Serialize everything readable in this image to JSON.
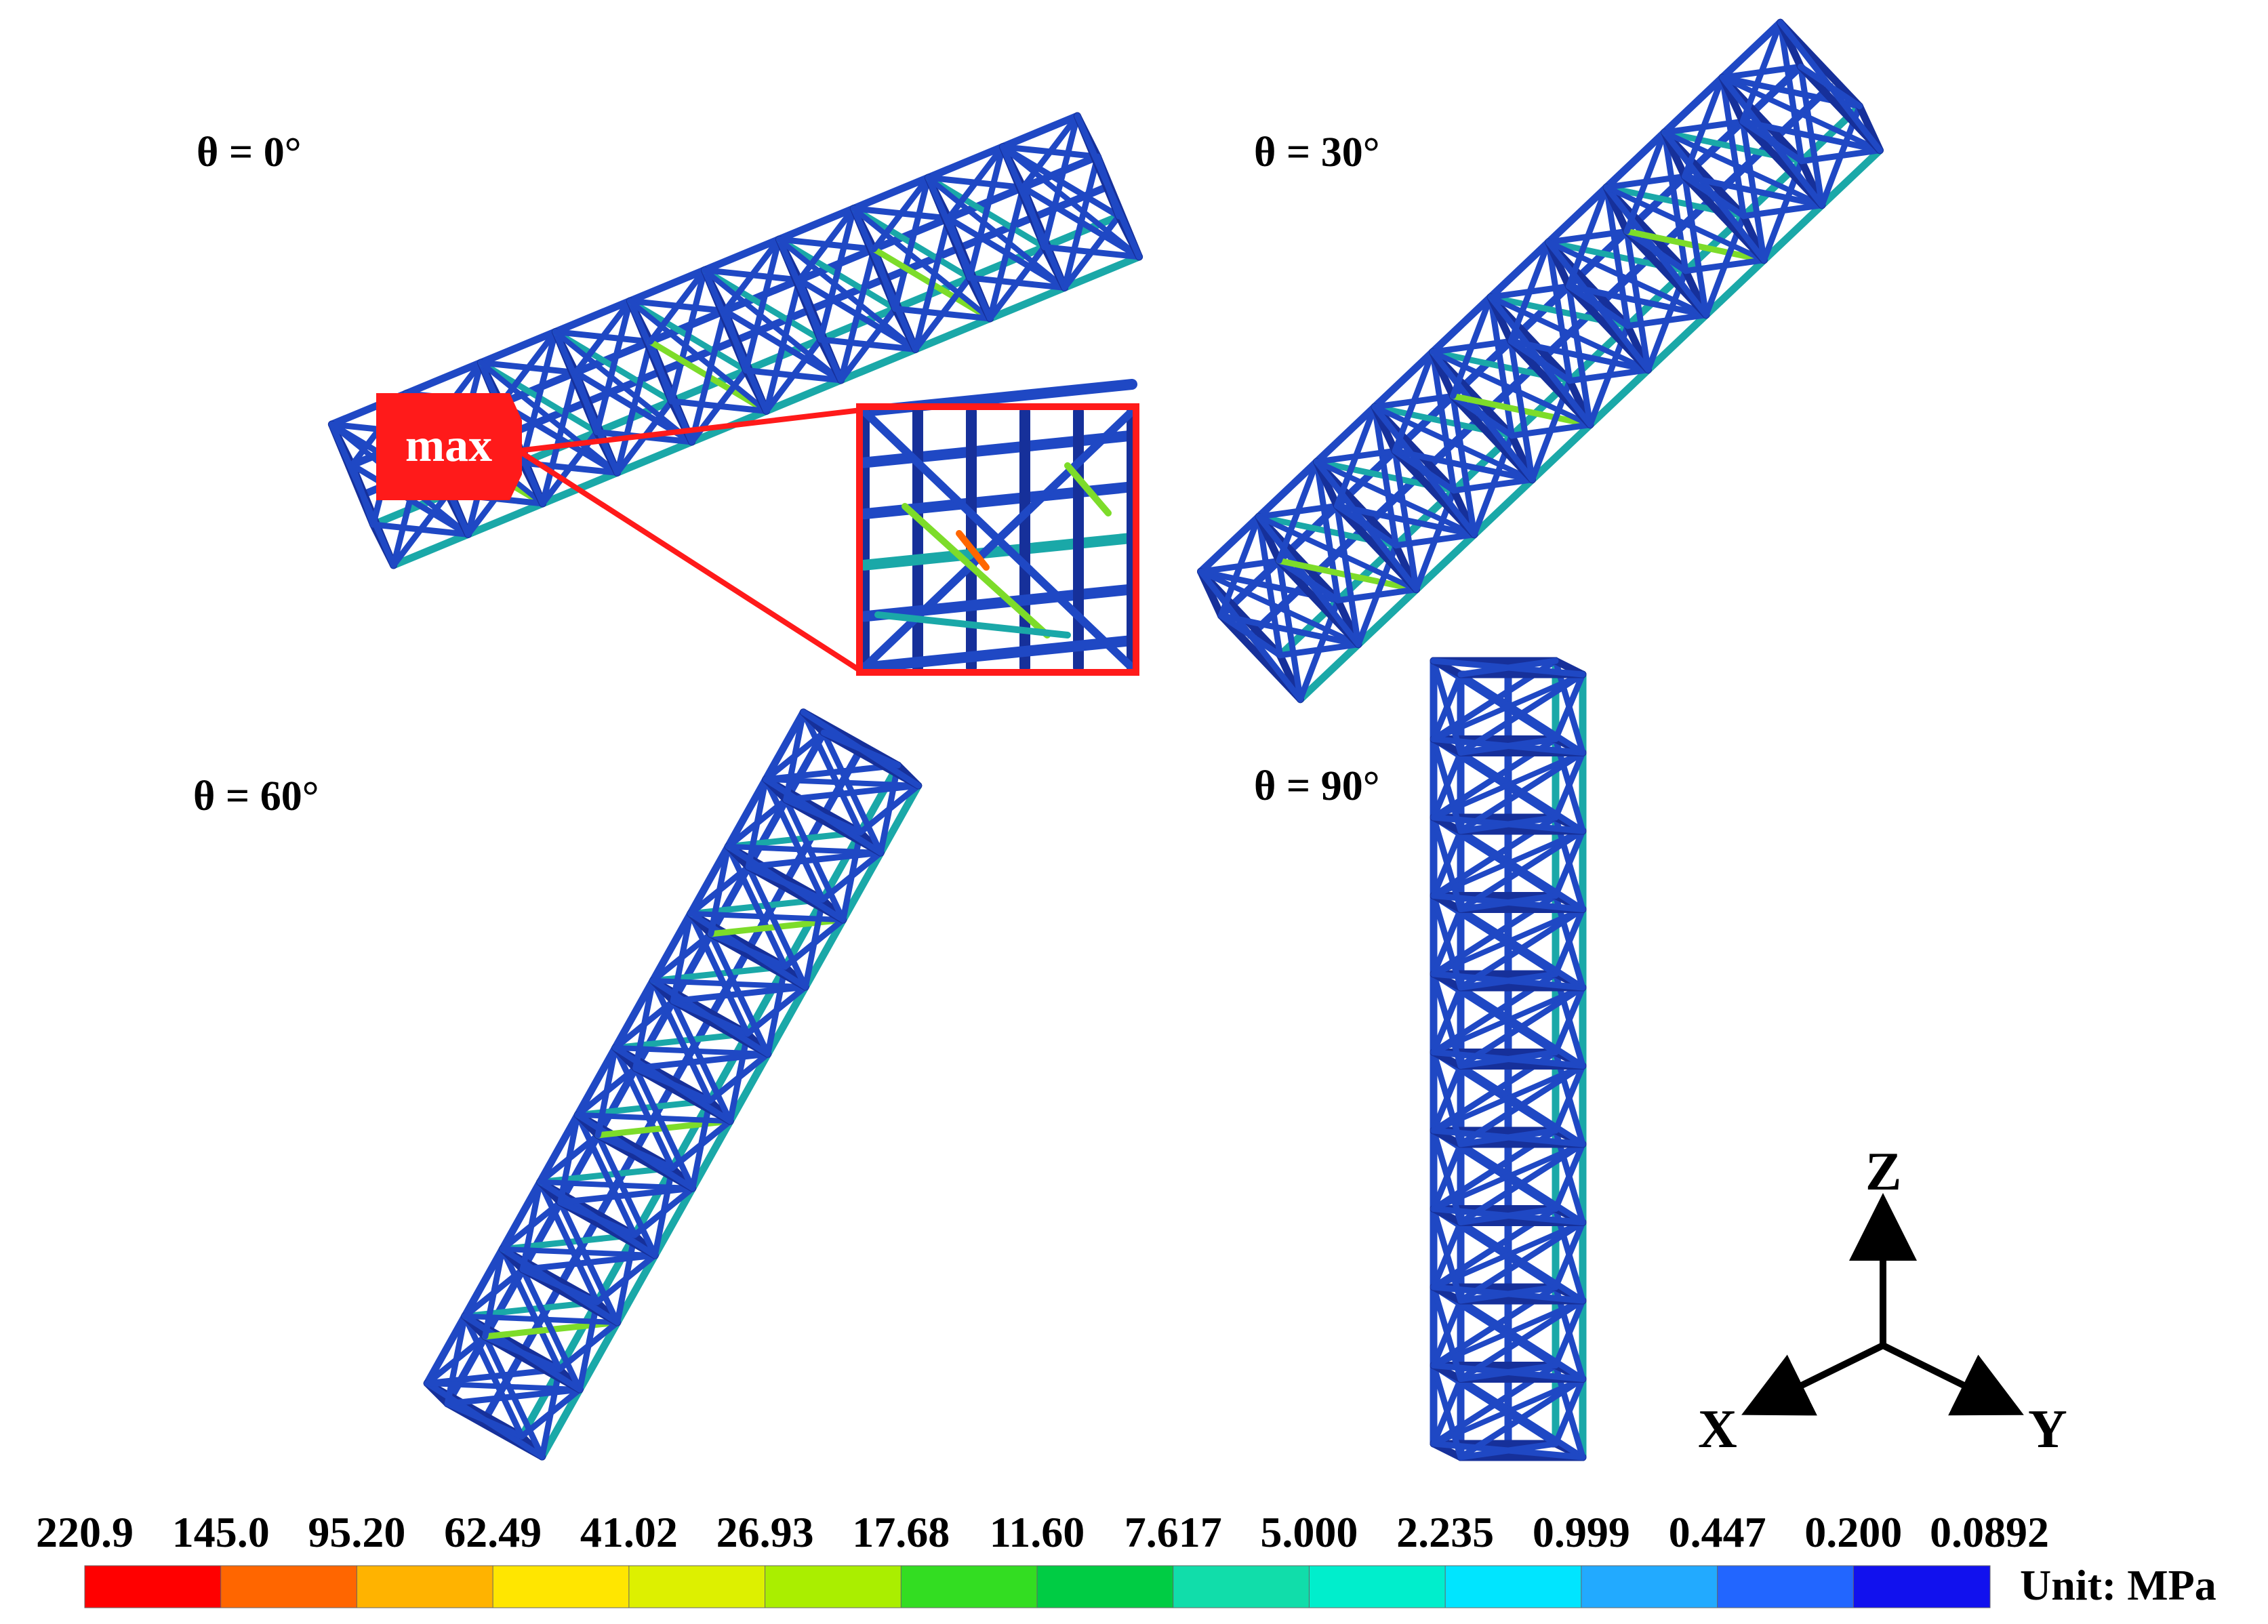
{
  "views": [
    {
      "label": "θ = 0°"
    },
    {
      "label": "θ = 30°"
    },
    {
      "label": "θ = 60°"
    },
    {
      "label": "θ = 90°"
    }
  ],
  "max_marker": {
    "label": "max",
    "color": "#ff1a1a"
  },
  "axes": {
    "z": "Z",
    "x": "X",
    "y": "Y"
  },
  "legend": {
    "values": [
      "220.9",
      "145.0",
      "95.20",
      "62.49",
      "41.02",
      "26.93",
      "17.68",
      "11.60",
      "7.617",
      "5.000",
      "2.235",
      "0.999",
      "0.447",
      "0.200",
      "0.0892"
    ],
    "colors": [
      "#ff0000",
      "#ff6600",
      "#ffb300",
      "#ffe600",
      "#ddf000",
      "#aaee00",
      "#33dd22",
      "#00cc44",
      "#11ddaa",
      "#00eecc",
      "#00e5ff",
      "#22aaff",
      "#2266ff",
      "#1111ee"
    ],
    "unit": "Unit: MPa"
  },
  "colors": {
    "lattice_primary": "#1f48c4",
    "lattice_dark": "#16309a",
    "lattice_stressed": "#1aa8a8",
    "lattice_green": "#7ddc2a",
    "highlight_red": "#ff1a1a"
  }
}
